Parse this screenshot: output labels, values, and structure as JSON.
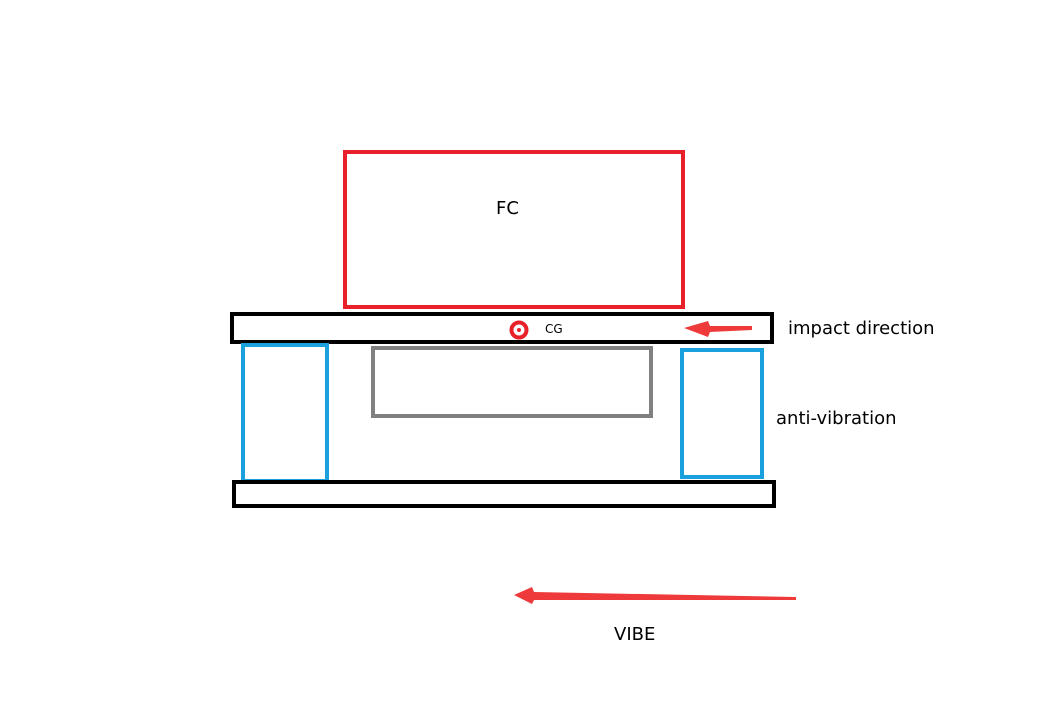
{
  "diagram": {
    "labels": {
      "fc": "FC",
      "cg": "CG",
      "impact": "impact direction",
      "anti_vibration": "anti-vibration",
      "vibe": "VIBE"
    },
    "colors": {
      "fc_box": "#e8202a",
      "plate": "#000000",
      "dampers": "#1aa0dc",
      "middle_block": "#808080",
      "cg_marker": "#e8202a",
      "arrows": "#ee3a3a",
      "background": "#ffffff"
    }
  }
}
